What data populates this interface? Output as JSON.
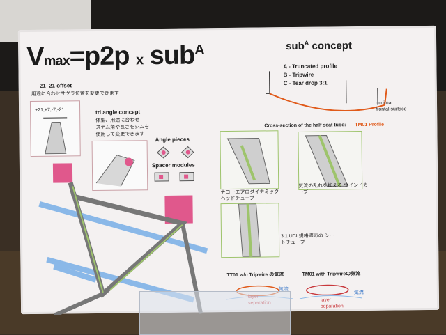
{
  "title": {
    "v": "V",
    "max": "max",
    "eq": "=p2p",
    "x": "x",
    "sub": "sub",
    "sup": "A"
  },
  "offset": {
    "label": "21_21 offset",
    "desc": "用途に合わせサグラ位置を変更できます",
    "scale": "+21,+7,-7,-21"
  },
  "tri_angle": {
    "label": "tri angle concept",
    "desc1": "体型、用途に合わせ",
    "desc2": "ステム角や長さをシムを",
    "desc3": "使用して変更できます"
  },
  "pieces": {
    "angle": "Angle pieces",
    "spacer": "Spacer modules"
  },
  "sub_concept": {
    "title": "sub",
    "sup": "A",
    "suffix": " concept",
    "items": [
      "A - Truncated profile",
      "B - Tripwire",
      "C - Tear drop 3:1"
    ],
    "surface": "minimal frontal surface",
    "caption": "Cross-section of the half seat tube:",
    "profile": "TM01 Profile"
  },
  "notes": {
    "head": "ナローエアロダイナミック ヘッドチューブ",
    "curve": "気流の乱れを抑える ウインドカーブ",
    "seat": "3:1 UCI 規格適応の シートチューブ"
  },
  "flow": {
    "left_title": "TT01 w/o Tripwire の気流",
    "right_title": "TM01 with Tripwireの気流",
    "layer_sep": "layer separation",
    "airflow": "気流"
  },
  "colors": {
    "pink": "#e0588c",
    "green": "#9ec46c",
    "blue": "#8ab8e8",
    "orange": "#e05a1a"
  }
}
